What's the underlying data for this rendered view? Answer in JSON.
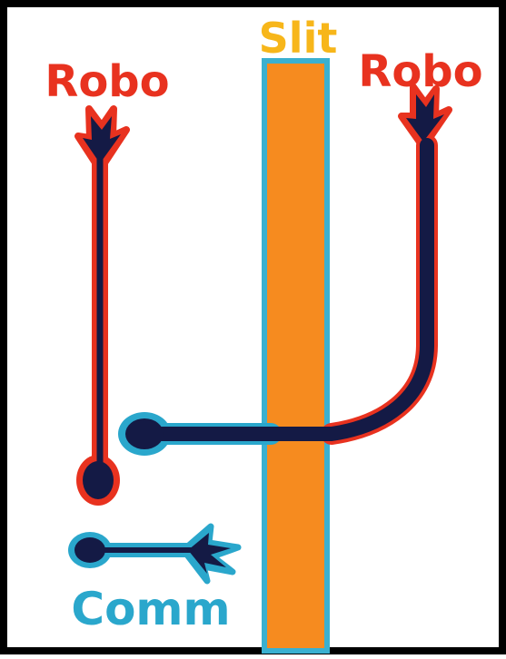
{
  "labels": {
    "slit": "Slit",
    "robo_left": "Robo",
    "robo_right": "Robo",
    "comm": "Comm"
  },
  "colors": {
    "background": "#ffffff",
    "frame": "#000000",
    "slit_fill": "#f68b1f",
    "slit_border": "#3ab0d0",
    "slit_label": "#f7b61a",
    "robo": "#e8321f",
    "comm": "#2aa7cc",
    "axon_core": "#141a45"
  },
  "icons": {
    "robo_left_neuron": "axon-growth-cone-icon",
    "robo_right_neuron": "axon-growth-cone-icon",
    "comm_neuron": "axon-growth-cone-icon"
  }
}
